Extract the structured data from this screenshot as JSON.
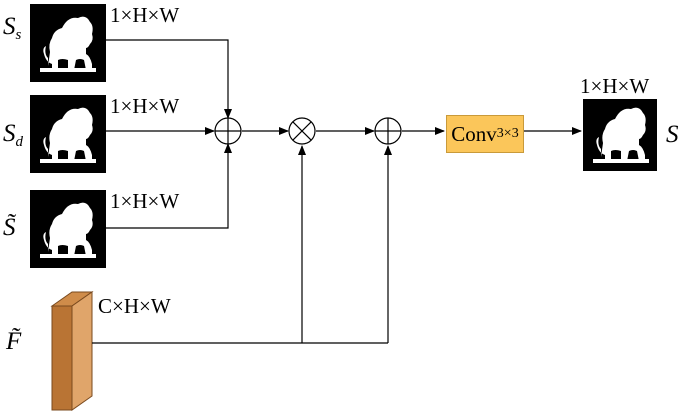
{
  "inputs": [
    {
      "name": "S",
      "subscript": "s",
      "dims": "1×H×W"
    },
    {
      "name": "S",
      "subscript": "d",
      "dims": "1×H×W"
    },
    {
      "name": "S̃",
      "subscript": "",
      "dims": "1×H×W"
    }
  ],
  "feature": {
    "name": "F̃",
    "dims": "C×H×W"
  },
  "conv": {
    "label": "Conv",
    "subscript": "3×3"
  },
  "output": {
    "name": "S",
    "dims": "1×H×W"
  },
  "operators": [
    "add-icon",
    "multiply-icon",
    "add-icon"
  ],
  "colors": {
    "conv_fill": "#fbc65a",
    "feature_front": "#b97434",
    "feature_side": "#e0a56a",
    "feature_top": "#cf8c4a",
    "line": "#000000",
    "mask_bg": "#000000",
    "mask_fg": "#ffffff"
  }
}
